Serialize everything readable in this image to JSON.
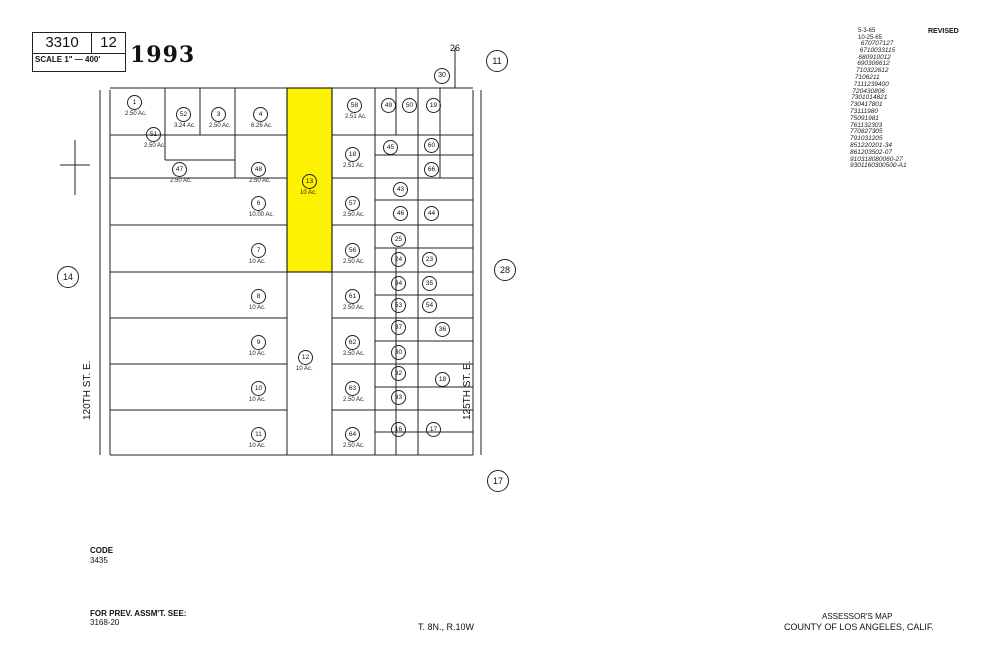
{
  "header": {
    "map_book": "3310",
    "map_page": "12",
    "scale": "SCALE 1\" — 400'",
    "year": "1993"
  },
  "revised": {
    "heading": "REVISED",
    "dates": [
      "5-3-65",
      "10-25-65"
    ],
    "entries": [
      "670707127",
      "6710033115",
      "680910012",
      "690306612",
      "710322612",
      "7106211",
      "7111239400",
      "720430806",
      "7301014821",
      "730417801",
      "73111980",
      "75091981",
      "761132303",
      "770827305",
      "791031205",
      "851220201-34",
      "861203502-07",
      "910318080060-27",
      "9301160300500-A1"
    ]
  },
  "adjacent_pages": {
    "north_left": "26",
    "north_right": "11",
    "west": "14",
    "east": "28",
    "south": "17",
    "top_small": "30"
  },
  "streets": {
    "west": "120TH ST. E.",
    "east": "125TH ST. E."
  },
  "parcels": [
    {
      "id": "1",
      "area": "2.50 Ac."
    },
    {
      "id": "51",
      "area": "2.50 Ac."
    },
    {
      "id": "52",
      "area": "3.24 Ac."
    },
    {
      "id": "3",
      "area": "2.50 Ac."
    },
    {
      "id": "4",
      "area": "6.26 Ac."
    },
    {
      "id": "47",
      "area": "2.50 Ac."
    },
    {
      "id": "48",
      "area": "2.50 Ac."
    },
    {
      "id": "6",
      "area": "10.00 Ac."
    },
    {
      "id": "7",
      "area": "10 Ac."
    },
    {
      "id": "8",
      "area": "10 Ac."
    },
    {
      "id": "9",
      "area": "10 Ac."
    },
    {
      "id": "10",
      "area": "10 Ac."
    },
    {
      "id": "11",
      "area": "10 Ac."
    },
    {
      "id": "13",
      "area": "10 Ac.",
      "highlight": true
    },
    {
      "id": "12",
      "area": "10 Ac."
    },
    {
      "id": "58",
      "area": "2.51 Ac."
    },
    {
      "id": "18",
      "area": "2.51 Ac."
    },
    {
      "id": "57",
      "area": "2.50 Ac."
    },
    {
      "id": "56",
      "area": "2.50 Ac."
    },
    {
      "id": "61",
      "area": "2.50 Ac."
    },
    {
      "id": "62",
      "area": "2.50 Ac."
    },
    {
      "id": "63",
      "area": "2.50 Ac."
    },
    {
      "id": "64",
      "area": "2.50 Ac."
    },
    {
      "id": "49",
      "area": ""
    },
    {
      "id": "50",
      "area": ""
    },
    {
      "id": "19",
      "area": ""
    },
    {
      "id": "45",
      "area": ""
    },
    {
      "id": "60",
      "area": ""
    },
    {
      "id": "66",
      "area": ""
    },
    {
      "id": "43",
      "area": ""
    },
    {
      "id": "46",
      "area": ""
    },
    {
      "id": "44",
      "area": ""
    },
    {
      "id": "25",
      "area": ""
    },
    {
      "id": "24",
      "area": ""
    },
    {
      "id": "23",
      "area": ""
    },
    {
      "id": "34",
      "area": ""
    },
    {
      "id": "35",
      "area": ""
    },
    {
      "id": "53",
      "area": ""
    },
    {
      "id": "54",
      "area": ""
    },
    {
      "id": "37",
      "area": ""
    },
    {
      "id": "36",
      "area": ""
    },
    {
      "id": "30",
      "area": ""
    },
    {
      "id": "32",
      "area": ""
    },
    {
      "id": "18b",
      "area": ""
    },
    {
      "id": "33",
      "area": ""
    },
    {
      "id": "16",
      "area": ""
    },
    {
      "id": "17",
      "area": ""
    }
  ],
  "footer": {
    "code_label": "CODE",
    "code_value": "3435",
    "prev_label": "FOR PREV. ASSM'T. SEE:",
    "prev_value": "3168-20",
    "township": "T. 8N., R.10W",
    "title1": "ASSESSOR'S MAP",
    "title2": "COUNTY OF LOS ANGELES, CALIF."
  },
  "colors": {
    "highlight": "#FFF200",
    "ink": "#222222"
  }
}
